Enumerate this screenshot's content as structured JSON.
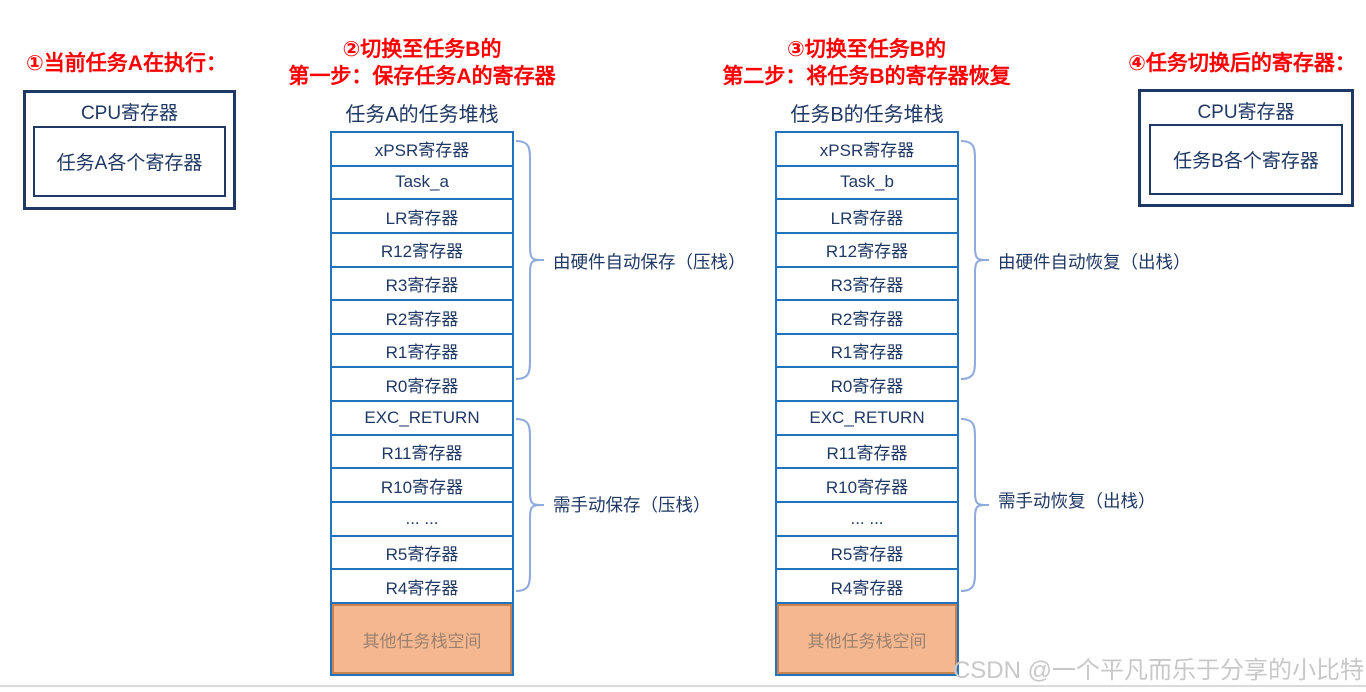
{
  "colors": {
    "navy": "#1F3864",
    "stack_blue": "#2273BE",
    "brace_blue": "#8FAADC",
    "title_red": "#ff0000",
    "orange_fill": "#F5B78F",
    "orange_border": "#C9814E",
    "watermark_gray": "#C8C8C8"
  },
  "step1": {
    "title": "①当前任务A在执行：",
    "box_title": "CPU寄存器",
    "box_inner": "任务A各个寄存器"
  },
  "step2": {
    "title_line1": "②切换至任务B的",
    "title_line2": "第一步：保存任务A的寄存器",
    "stack_title": "任务A的任务堆栈",
    "cells": [
      "xPSR寄存器",
      "Task_a",
      "LR寄存器",
      "R12寄存器",
      "R3寄存器",
      "R2寄存器",
      "R1寄存器",
      "R0寄存器",
      "EXC_RETURN",
      "R11寄存器",
      "R10寄存器",
      "... ...",
      "R5寄存器",
      "R4寄存器"
    ],
    "bottom_cell": "其他任务栈空间",
    "brace1_label": "由硬件自动保存（压栈）",
    "brace2_label": "需手动保存（压栈）"
  },
  "step3": {
    "title_line1": "③切换至任务B的",
    "title_line2": "第二步：将任务B的寄存器恢复",
    "stack_title": "任务B的任务堆栈",
    "cells": [
      "xPSR寄存器",
      "Task_b",
      "LR寄存器",
      "R12寄存器",
      "R3寄存器",
      "R2寄存器",
      "R1寄存器",
      "R0寄存器",
      "EXC_RETURN",
      "R11寄存器",
      "R10寄存器",
      "... ...",
      "R5寄存器",
      "R4寄存器"
    ],
    "bottom_cell": "其他任务栈空间",
    "brace1_label": "由硬件自动恢复（出栈）",
    "brace2_label": "需手动恢复（出栈）"
  },
  "step4": {
    "title": "④任务切换后的寄存器：",
    "box_title": "CPU寄存器",
    "box_inner": "任务B各个寄存器"
  },
  "watermark": "CSDN @一个平凡而乐于分享的小比特"
}
